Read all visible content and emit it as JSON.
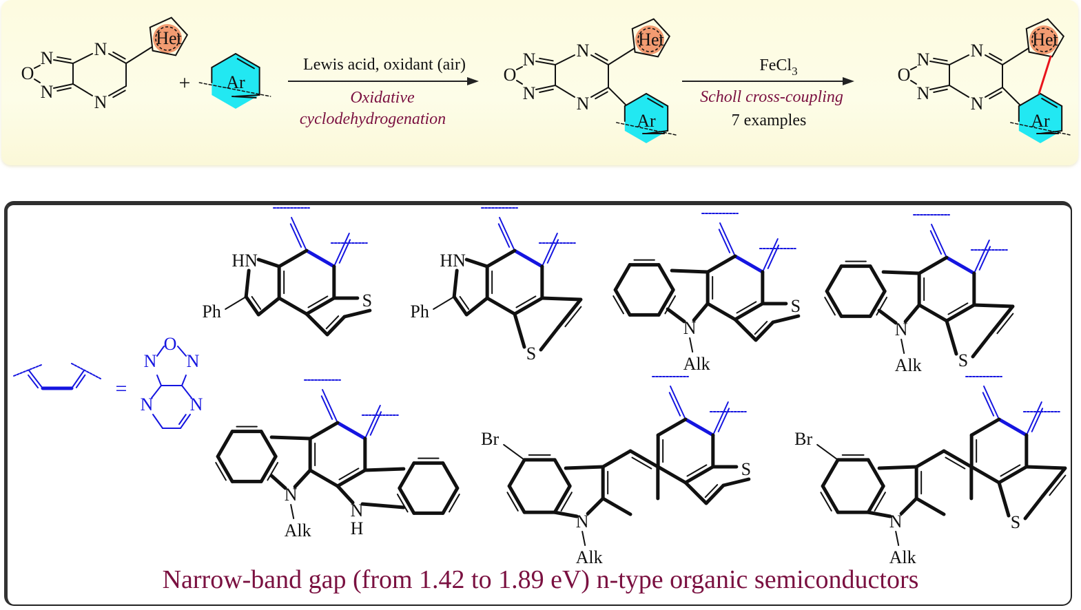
{
  "colors": {
    "het_fill": "#f08a5d",
    "ar_fill": "#22e8f2",
    "new_bond": "#e8141c",
    "fused_unit": "#1515e0",
    "caption": "#7a1040"
  },
  "scheme": {
    "reactant1": {
      "atoms": [
        "N",
        "O",
        "N",
        "N",
        "N"
      ],
      "substituent": "Het"
    },
    "plus": "+",
    "reactant2": {
      "label": "Ar"
    },
    "step1": {
      "reagents": "Lewis acid, oxidant (air)",
      "type_line1": "Oxidative",
      "type_line2": "cyclodehydrogenation"
    },
    "intermediate": {
      "substituents": [
        "Het",
        "Ar"
      ]
    },
    "step2": {
      "reagent": "FeCl",
      "reagent_sub": "3",
      "type": "Scholl cross-coupling",
      "count": "7 examples"
    },
    "product": {
      "substituents": [
        "Het",
        "Ar"
      ]
    }
  },
  "legend": {
    "equals": "=",
    "atoms": [
      "O",
      "N",
      "N",
      "N",
      "N"
    ]
  },
  "compounds": [
    {
      "id": 1,
      "labels": [
        "HN",
        "Ph",
        "S"
      ]
    },
    {
      "id": 2,
      "labels": [
        "HN",
        "Ph",
        "S"
      ]
    },
    {
      "id": 3,
      "labels": [
        "N",
        "Alk",
        "S"
      ]
    },
    {
      "id": 4,
      "labels": [
        "N",
        "Alk",
        "S"
      ]
    },
    {
      "id": 5,
      "labels": [
        "N",
        "Alk",
        "N",
        "H"
      ]
    },
    {
      "id": 6,
      "labels": [
        "Br",
        "N",
        "Alk",
        "S"
      ]
    },
    {
      "id": 7,
      "labels": [
        "Br",
        "N",
        "Alk",
        "S"
      ]
    }
  ],
  "caption": "Narrow-band gap (from 1.42 to 1.89 eV) n-type organic semiconductors"
}
